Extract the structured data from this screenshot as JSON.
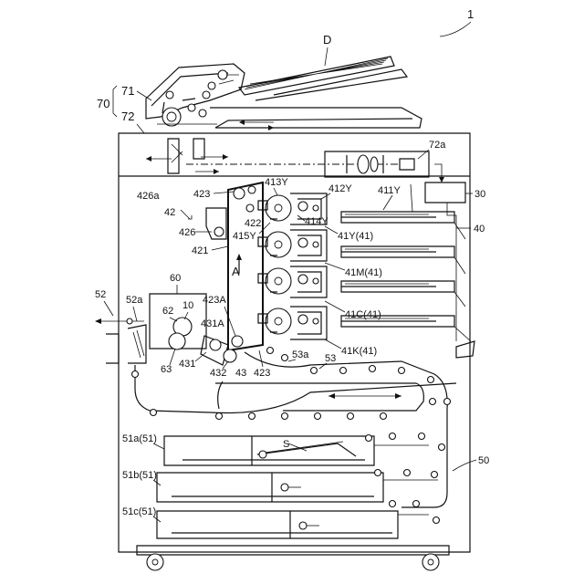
{
  "labels": {
    "fig_ref": "1",
    "document": "D",
    "unit_70": "70",
    "unit_71": "71",
    "unit_72": "72",
    "unit_72a": "72a",
    "unit_30": "30",
    "unit_40": "40",
    "unit_412Y": "412Y",
    "unit_411Y": "411Y",
    "unit_413Y": "413Y",
    "unit_423": "423",
    "unit_426a": "426a",
    "unit_42": "42",
    "unit_426": "426",
    "unit_422": "422",
    "unit_414Y": "414Y",
    "unit_415Y": "415Y",
    "unit_421": "421",
    "unit_41Y": "41Y(41)",
    "unit_41M": "41M(41)",
    "unit_41C": "41C(41)",
    "unit_41K": "41K(41)",
    "arrow_A": "A",
    "unit_52": "52",
    "unit_52a": "52a",
    "unit_60": "60",
    "unit_10": "10",
    "unit_62": "62",
    "unit_63": "63",
    "unit_423A": "423A",
    "unit_431A": "431A",
    "unit_431": "431",
    "unit_432": "432",
    "unit_43": "43",
    "unit_423b": "423",
    "unit_53a": "53a",
    "unit_53": "53",
    "unit_51a": "51a(51)",
    "unit_51b": "51b(51)",
    "unit_51c": "51c(51)",
    "unit_S": "S",
    "unit_50": "50"
  }
}
